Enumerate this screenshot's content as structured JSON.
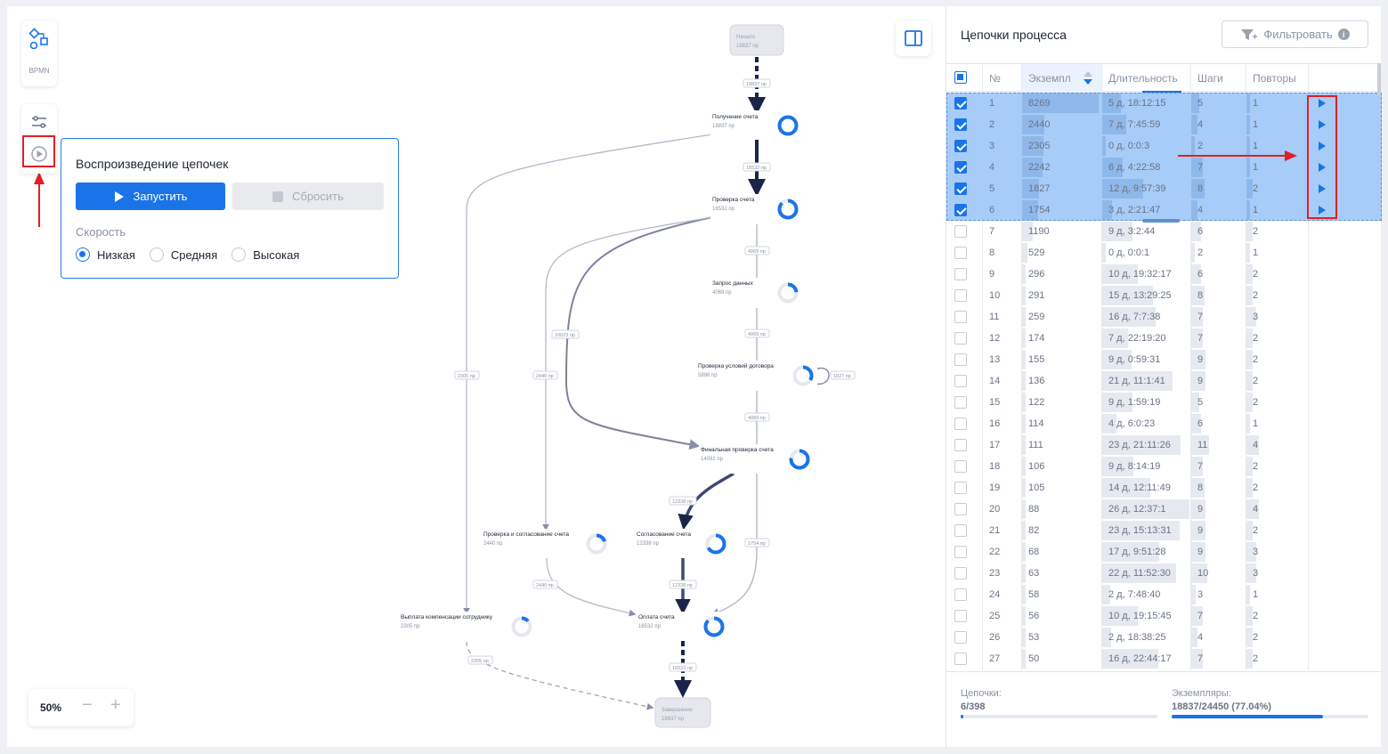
{
  "toolbar": {
    "bpmn_label": "BPMN",
    "zoom": "50%",
    "zoom_minus": "−",
    "zoom_plus": "+"
  },
  "replay": {
    "title": "Воспроизведение цепочек",
    "start_label": "Запустить",
    "reset_label": "Сбросить",
    "speed_label": "Скорость",
    "speeds": [
      {
        "label": "Низкая",
        "selected": true
      },
      {
        "label": "Средняя",
        "selected": false
      },
      {
        "label": "Высокая",
        "selected": false
      }
    ]
  },
  "graph": {
    "nodes": [
      {
        "title": "Начало",
        "count": "18837 пр",
        "terminal": true
      },
      {
        "title": "Получение счета",
        "count": "18837 пр"
      },
      {
        "title": "Проверка счета",
        "count": "16532 пр"
      },
      {
        "title": "Запрос данных",
        "count": "4069 пр"
      },
      {
        "title": "Проверка условий договора",
        "count": "5896 пр"
      },
      {
        "title": "Финальная проверка счета",
        "count": "14092 пр"
      },
      {
        "title": "Проверка и согласование счета",
        "count": "2440 пр"
      },
      {
        "title": "Согласование счета",
        "count": "12338 пр"
      },
      {
        "title": "Выплата компенсации сотруднику",
        "count": "2305 пр"
      },
      {
        "title": "Оплата счета",
        "count": "16532 пр"
      },
      {
        "title": "Завершение",
        "count": "18837 пр",
        "terminal": true
      }
    ],
    "edge_labels": [
      "18837 пр",
      "16532 пр",
      "4069 пр",
      "4069 пр",
      "1827 пр",
      "4069 пр",
      "10023 пр",
      "2440 пр",
      "2305 пр",
      "12338 пр",
      "12338 пр",
      "1754 пр",
      "2440 пр",
      "2305 пр",
      "16532 пр"
    ]
  },
  "panel": {
    "title": "Цепочки процесса",
    "filter_label": "Фильтровать",
    "columns": [
      "№",
      "Экземпл",
      "Длительность",
      "Шаги",
      "Повторы"
    ],
    "rows": [
      {
        "n": "1",
        "inst": "8269",
        "dur": "5 д, 18:12:15",
        "steps": "5",
        "rep": "1",
        "sel": true
      },
      {
        "n": "2",
        "inst": "2440",
        "dur": "7 д, 7:45:59",
        "steps": "4",
        "rep": "1",
        "sel": true
      },
      {
        "n": "3",
        "inst": "2305",
        "dur": "0 д, 0:0:3",
        "steps": "2",
        "rep": "1",
        "sel": true
      },
      {
        "n": "4",
        "inst": "2242",
        "dur": "6 д, 4:22:58",
        "steps": "7",
        "rep": "1",
        "sel": true
      },
      {
        "n": "5",
        "inst": "1827",
        "dur": "12 д, 9:57:39",
        "steps": "8",
        "rep": "2",
        "sel": true
      },
      {
        "n": "6",
        "inst": "1754",
        "dur": "3 д, 2:21:47",
        "steps": "4",
        "rep": "1",
        "sel": true
      },
      {
        "n": "7",
        "inst": "1190",
        "dur": "9 д, 3:2:44",
        "steps": "6",
        "rep": "2",
        "sel": false
      },
      {
        "n": "8",
        "inst": "529",
        "dur": "0 д, 0:0:1",
        "steps": "2",
        "rep": "1",
        "sel": false
      },
      {
        "n": "9",
        "inst": "296",
        "dur": "10 д, 19:32:17",
        "steps": "6",
        "rep": "2",
        "sel": false
      },
      {
        "n": "10",
        "inst": "291",
        "dur": "15 д, 13:29:25",
        "steps": "8",
        "rep": "2",
        "sel": false
      },
      {
        "n": "11",
        "inst": "259",
        "dur": "16 д, 7:7:38",
        "steps": "7",
        "rep": "3",
        "sel": false
      },
      {
        "n": "12",
        "inst": "174",
        "dur": "7 д, 22:19:20",
        "steps": "7",
        "rep": "2",
        "sel": false
      },
      {
        "n": "13",
        "inst": "155",
        "dur": "9 д, 0:59:31",
        "steps": "9",
        "rep": "2",
        "sel": false
      },
      {
        "n": "14",
        "inst": "136",
        "dur": "21 д, 11:1:41",
        "steps": "9",
        "rep": "2",
        "sel": false
      },
      {
        "n": "15",
        "inst": "122",
        "dur": "9 д, 1:59:19",
        "steps": "5",
        "rep": "2",
        "sel": false
      },
      {
        "n": "16",
        "inst": "114",
        "dur": "4 д, 6:0:23",
        "steps": "6",
        "rep": "1",
        "sel": false
      },
      {
        "n": "17",
        "inst": "111",
        "dur": "23 д, 21:11:26",
        "steps": "11",
        "rep": "4",
        "sel": false
      },
      {
        "n": "18",
        "inst": "106",
        "dur": "9 д, 8:14:19",
        "steps": "7",
        "rep": "2",
        "sel": false
      },
      {
        "n": "19",
        "inst": "105",
        "dur": "14 д, 12:11:49",
        "steps": "8",
        "rep": "2",
        "sel": false
      },
      {
        "n": "20",
        "inst": "88",
        "dur": "26 д, 12:37:1",
        "steps": "9",
        "rep": "4",
        "sel": false
      },
      {
        "n": "21",
        "inst": "82",
        "dur": "23 д, 15:13:31",
        "steps": "9",
        "rep": "2",
        "sel": false
      },
      {
        "n": "22",
        "inst": "68",
        "dur": "17 д, 9:51:28",
        "steps": "9",
        "rep": "3",
        "sel": false
      },
      {
        "n": "23",
        "inst": "63",
        "dur": "22 д, 11:52:30",
        "steps": "10",
        "rep": "3",
        "sel": false
      },
      {
        "n": "24",
        "inst": "58",
        "dur": "2 д, 7:48:40",
        "steps": "3",
        "rep": "1",
        "sel": false
      },
      {
        "n": "25",
        "inst": "56",
        "dur": "10 д, 19:15:45",
        "steps": "7",
        "rep": "2",
        "sel": false
      },
      {
        "n": "26",
        "inst": "53",
        "dur": "2 д, 18:38:25",
        "steps": "4",
        "rep": "2",
        "sel": false
      },
      {
        "n": "27",
        "inst": "50",
        "dur": "16 д, 22:44:17",
        "steps": "7",
        "rep": "2",
        "sel": false
      }
    ],
    "footer": {
      "chains_label": "Цепочки:",
      "chains_value": "6/398",
      "chains_fraction": 0.015,
      "instances_label": "Экземпляры:",
      "instances_value": "18837/24450 (77.04%)",
      "instances_fraction": 0.7704
    }
  },
  "colors": {
    "accent": "#1a74e8",
    "annotation": "#e31e24",
    "selection": "#a7ccf7",
    "edge_dark": "#1b2448"
  }
}
